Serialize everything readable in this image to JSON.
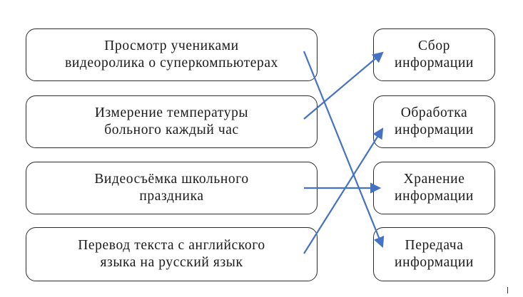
{
  "diagram": {
    "left_boxes": [
      {
        "line1": "Просмотр учениками",
        "line2": "видеоролика о суперкомпьютерах"
      },
      {
        "line1": "Измерение температуры",
        "line2": "больного каждый час"
      },
      {
        "line1": "Видеосъёмка школьного",
        "line2": "праздника"
      },
      {
        "line1": "Перевод текста с английского",
        "line2": "языка на русский язык"
      }
    ],
    "right_boxes": [
      {
        "line1": "Сбор",
        "line2": "информации"
      },
      {
        "line1": "Обработка",
        "line2": "информации"
      },
      {
        "line1": "Хранение",
        "line2": "информации"
      },
      {
        "line1": "Передача",
        "line2": "информации"
      }
    ],
    "connections": [
      {
        "from": 0,
        "to": 3
      },
      {
        "from": 1,
        "to": 0
      },
      {
        "from": 2,
        "to": 2
      },
      {
        "from": 3,
        "to": 1
      }
    ],
    "arrow_color": "#4472c4",
    "border_color": "#2b2b2b"
  }
}
